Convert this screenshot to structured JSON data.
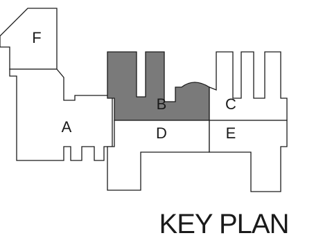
{
  "key_plan": {
    "title": "KEY PLAN",
    "highlighted_unit": "B",
    "highlight_fill": "#7a7a7a",
    "line_color": "#1a1a1a",
    "units": [
      {
        "id": "F",
        "label": "F"
      },
      {
        "id": "A",
        "label": "A"
      },
      {
        "id": "B",
        "label": "B"
      },
      {
        "id": "C",
        "label": "C"
      },
      {
        "id": "D",
        "label": "D"
      },
      {
        "id": "E",
        "label": "E"
      }
    ]
  }
}
